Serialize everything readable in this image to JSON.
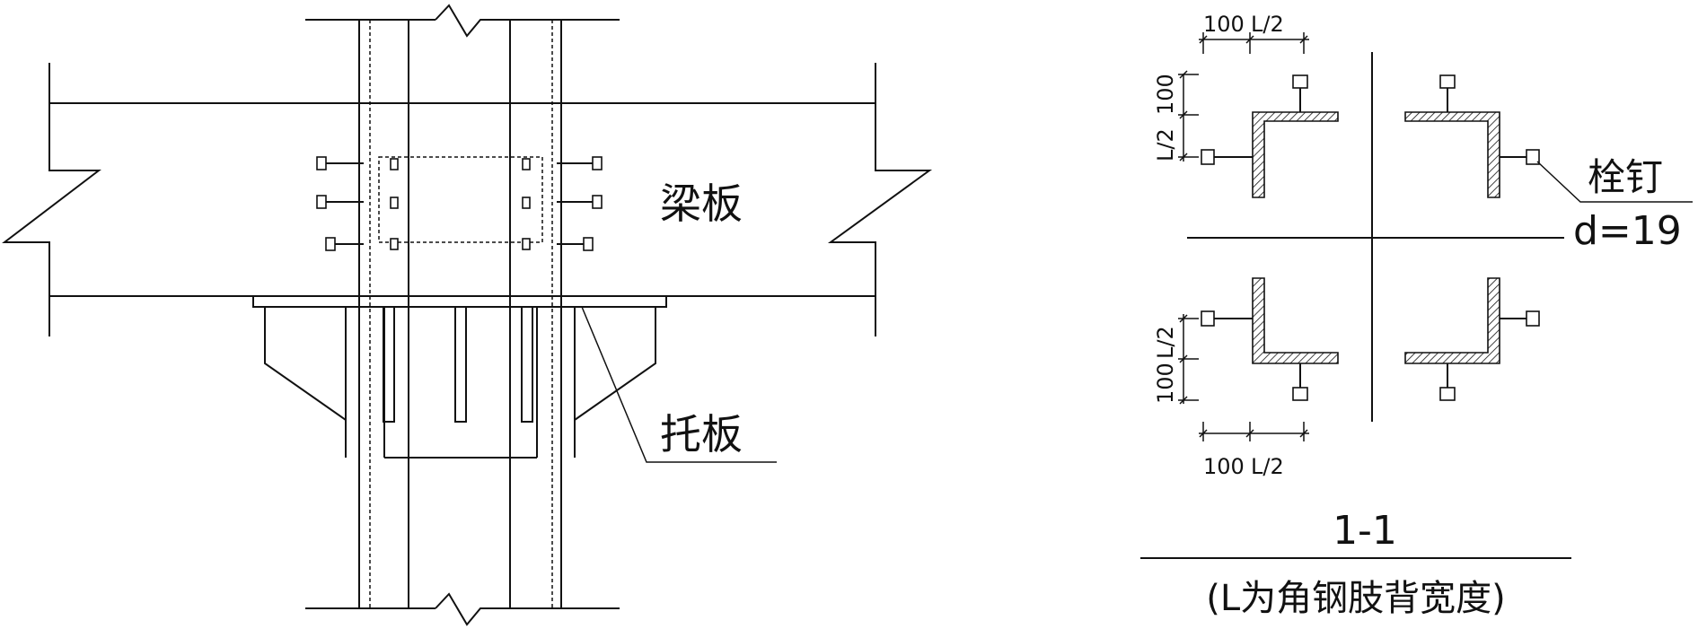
{
  "labels": {
    "beam_slab": "梁板",
    "bracket_plate": "托板",
    "stud": "栓钉",
    "stud_diameter": "d=19",
    "section_mark": "1-1",
    "note": "(L为角钢肢背宽度)"
  },
  "dimensions": {
    "top_hundred": "100",
    "top_half": "L/2",
    "left_upper_half": "L/2",
    "left_upper_hundred": "100",
    "left_lower_half": "L/2",
    "left_lower_hundred": "100",
    "bottom_hundred": "100",
    "bottom_half": "L/2"
  }
}
